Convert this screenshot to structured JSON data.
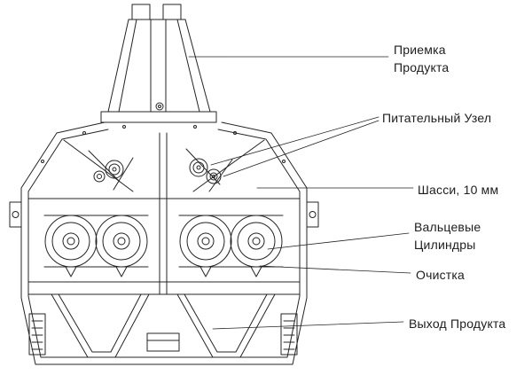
{
  "diagram": {
    "type": "technical-cross-section",
    "subject": "roller-mill",
    "stroke_color": "#242424",
    "background_color": "#ffffff",
    "labels": [
      {
        "name": "product-intake",
        "text_lines": [
          "Приемка",
          "Продукта"
        ]
      },
      {
        "name": "feeding-unit",
        "text_lines": [
          "Питательный Узел"
        ]
      },
      {
        "name": "chassis",
        "text_lines": [
          "Шасси, 10 мм"
        ]
      },
      {
        "name": "roller-cylinders",
        "text_lines": [
          "Вальцевые",
          "Цилиндры"
        ]
      },
      {
        "name": "cleaning",
        "text_lines": [
          "Очистка"
        ]
      },
      {
        "name": "product-outlet",
        "text_lines": [
          "Выход Продукта"
        ]
      }
    ]
  }
}
